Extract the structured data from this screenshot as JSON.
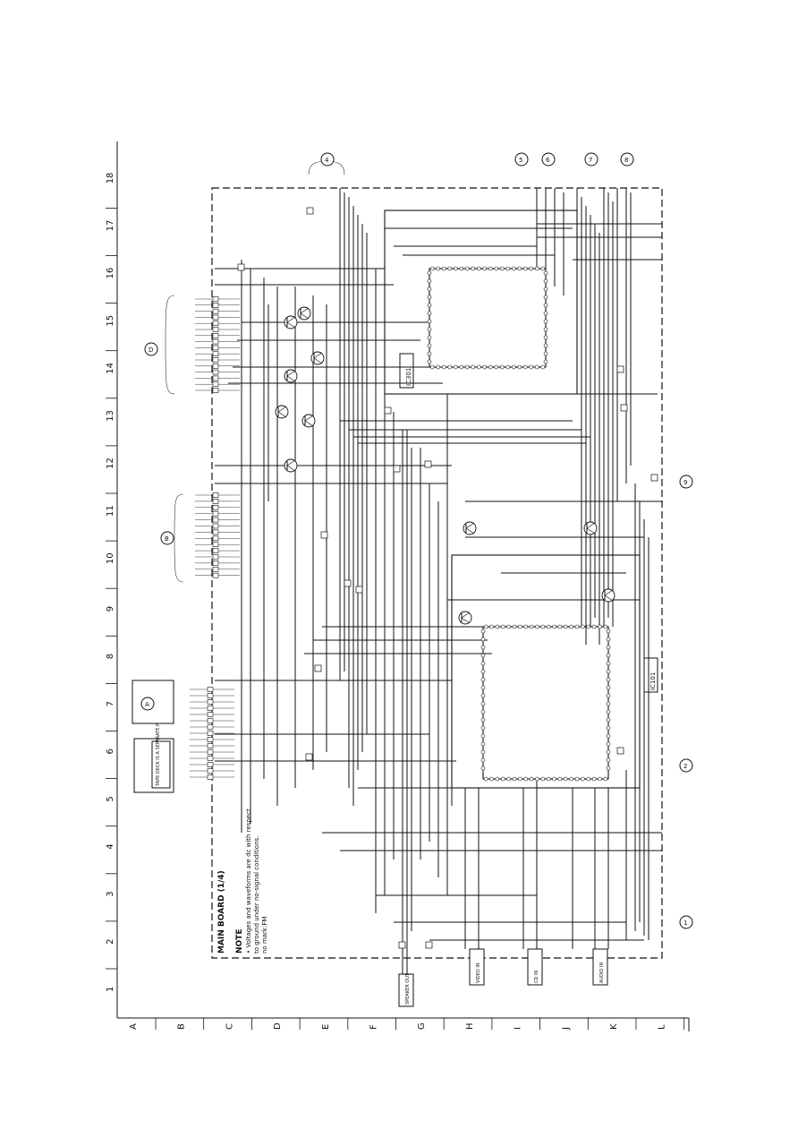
{
  "sheet": {
    "title": "MAIN BOARD (1/4)",
    "note_heading": "NOTE",
    "note_lines": [
      "• Voltages and waveforms are dc with respect",
      "  to ground under no-signal conditions.",
      "  no mark:FM"
    ],
    "column_numbers": [
      "1",
      "2",
      "3",
      "4",
      "5",
      "6",
      "7",
      "8",
      "9",
      "10",
      "11",
      "12",
      "13",
      "14",
      "15",
      "16",
      "17",
      "18"
    ],
    "row_letters": [
      "A",
      "B",
      "C",
      "D",
      "E",
      "F",
      "G",
      "H",
      "I",
      "J",
      "K",
      "L"
    ]
  },
  "components": {
    "ic301": "IC301",
    "ic101": "IC101",
    "ic301_part": "IC301",
    "ic101_part": "IC101"
  },
  "connectors": {
    "a": "A",
    "b": "B",
    "d": "D",
    "c1": "1",
    "c2": "2",
    "c4": "4",
    "c5": "5",
    "c6": "6",
    "c7": "7",
    "c8": "8",
    "c9": "9"
  },
  "side_boxes": {
    "tape_note": "TAPE DECK IS A SEPARATE PART",
    "video_in": "VIDEO IN",
    "audio_in": "AUDIO IN",
    "speaker_out": "SPEAKER OUT",
    "cd_in": "CD IN"
  }
}
